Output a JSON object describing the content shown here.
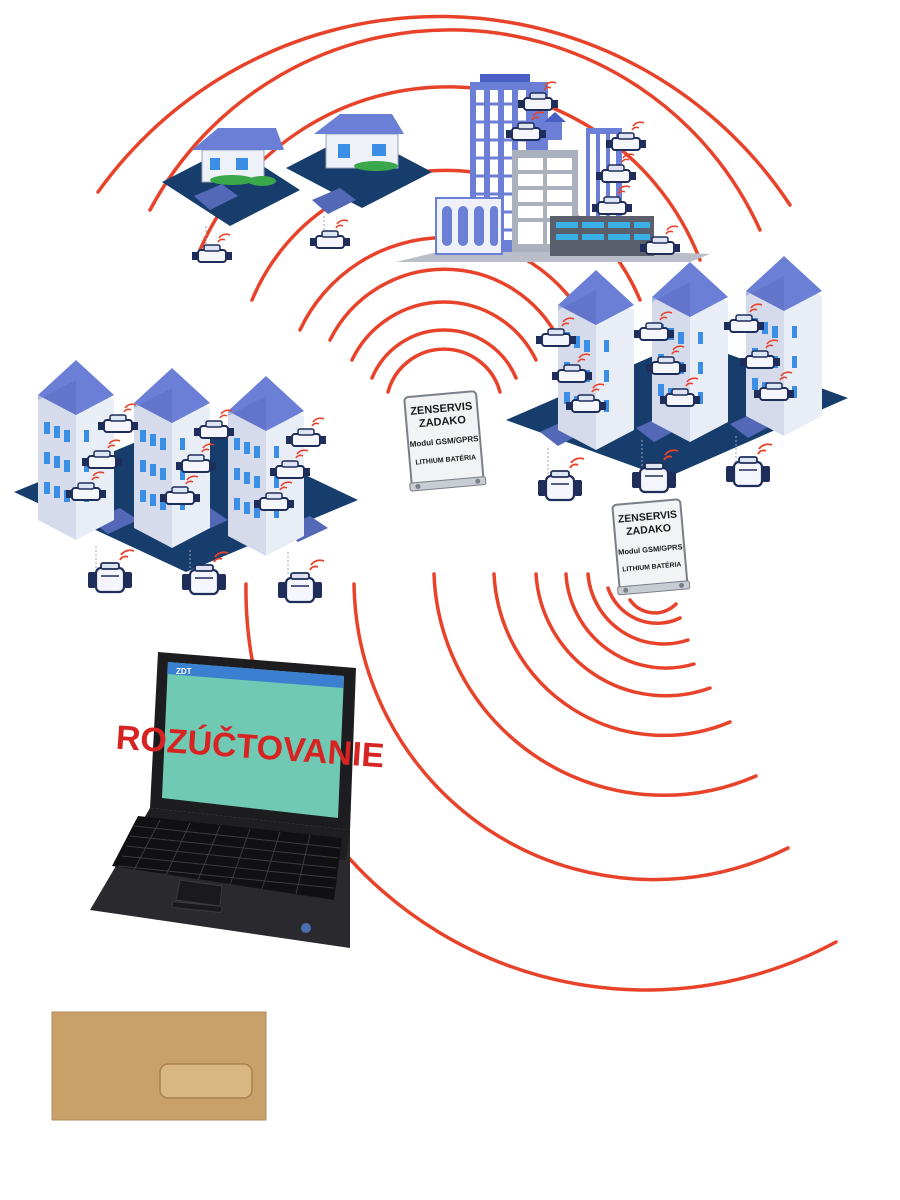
{
  "modules": [
    {
      "line1": "ZENSERVIS",
      "line2": "ZADAKO",
      "line3": "Modul GSM/GPRS",
      "line4": "LITHIUM BATÉRIA"
    },
    {
      "line1": "ZENSERVIS",
      "line2": "ZADAKO",
      "line3": "Modul GSM/GPRS",
      "line4": "LITHIUM BATÉRIA"
    }
  ],
  "laptop": {
    "screen_text": "ROZÚČTOVANIE",
    "app_title": "ZDT"
  },
  "colors": {
    "wave": "#e8432a",
    "platform": "#163d6b",
    "roof": "#6b7fd6",
    "building_wall": "#eef1f7",
    "window": "#3a8ee6",
    "screen_bg": "#6fc9b3",
    "screen_text": "#d82323",
    "envelope": "#c9a06a"
  },
  "icons": [
    "house-icon",
    "apartment-building-icon",
    "city-skyline-icon",
    "water-meter-icon",
    "gsm-module-icon",
    "laptop-icon",
    "envelope-icon"
  ]
}
